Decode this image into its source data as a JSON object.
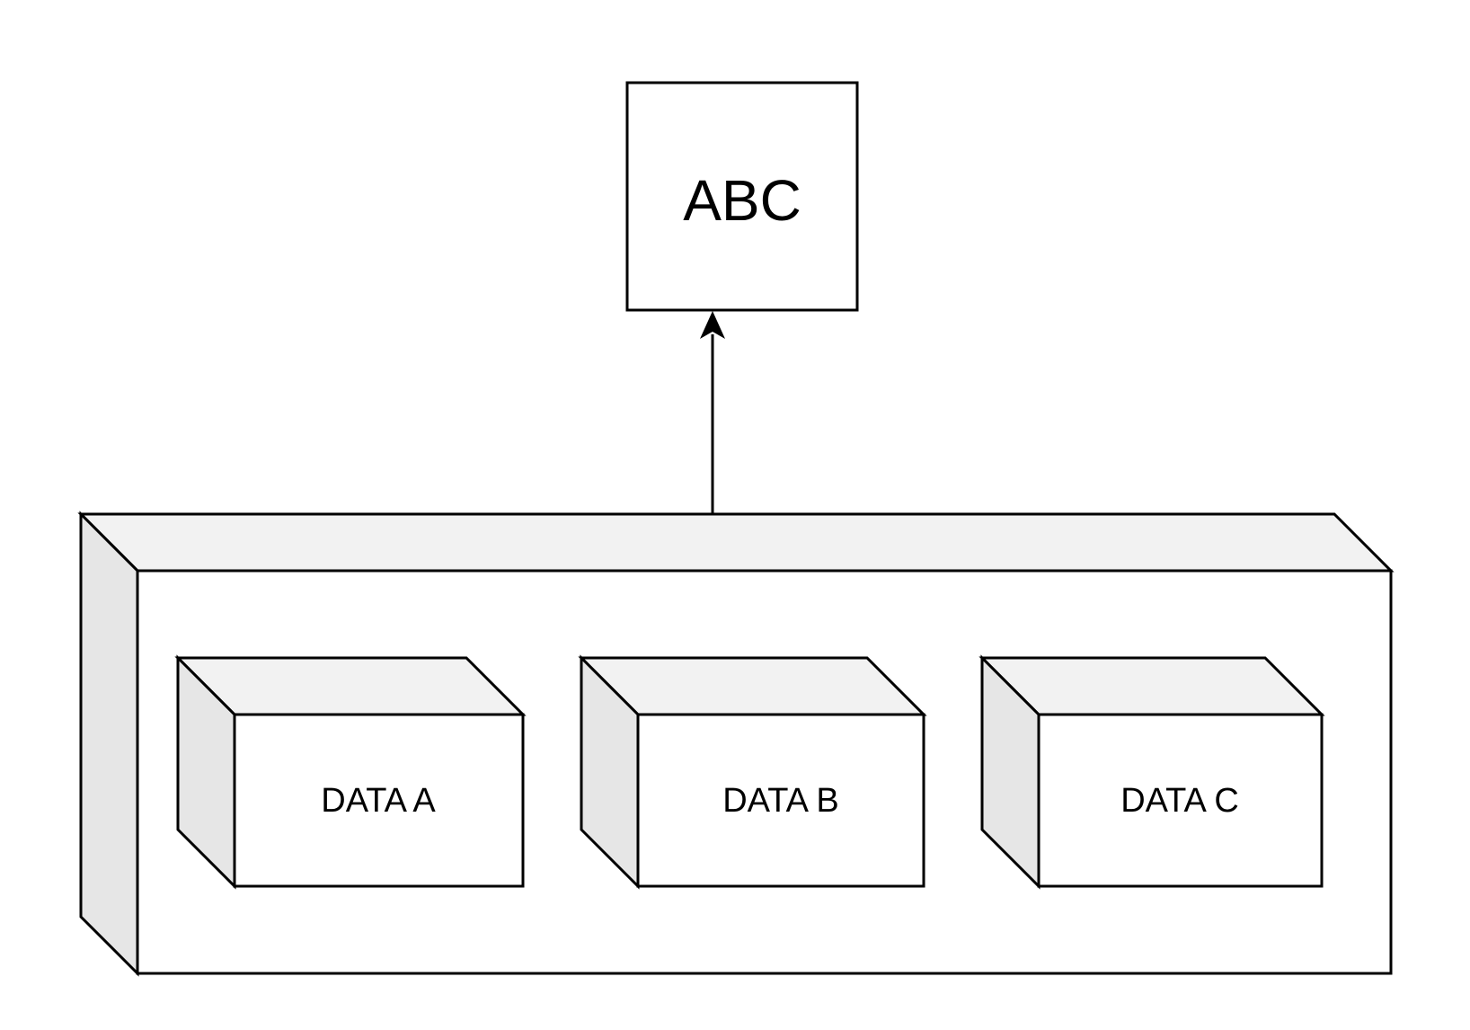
{
  "diagram": {
    "type": "block-diagram",
    "nodes": {
      "abc": {
        "label": "ABC",
        "shape": "square"
      },
      "container": {
        "shape": "cube-3d",
        "items": [
          {
            "label": "DATA A",
            "shape": "cube-3d"
          },
          {
            "label": "DATA B",
            "shape": "cube-3d"
          },
          {
            "label": "DATA C",
            "shape": "cube-3d"
          }
        ]
      }
    },
    "connector": {
      "style": "solid",
      "head": "classic-filled",
      "direction": "up"
    }
  },
  "colors": {
    "background": "#ffffff",
    "stroke": "#000000",
    "front_face": "#ffffff",
    "top_face": "#f2f2f2",
    "side_face": "#e6e6e6",
    "text": "#000000"
  }
}
